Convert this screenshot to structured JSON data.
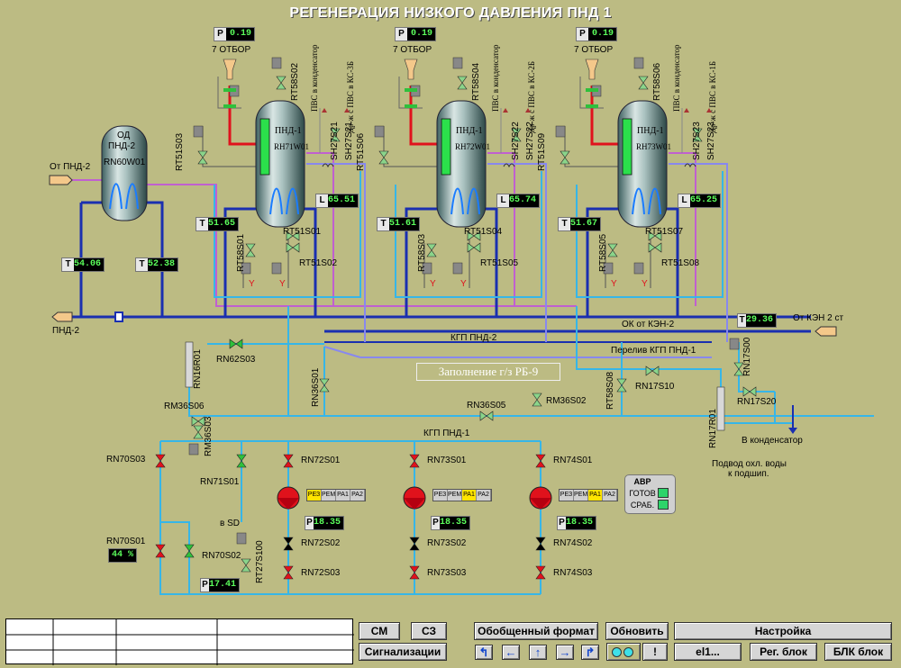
{
  "title": "РЕГЕНЕРАЦИЯ НИЗКОГО ДАВЛЕНИЯ  ПНД 1",
  "heaters": [
    {
      "name": "ПНД-1",
      "code": "RH71W01",
      "p_top": "0.19",
      "extraction": "7 ОТБОР",
      "t": "51.65",
      "l": "65.51",
      "v_rt": "RT51S03",
      "v_rt58": "RT58S02",
      "v_note1": "ПВС в конденсатор",
      "v_note2": "Др-ж с ПВС в КС-3Б",
      "v_sh": "SH27S21",
      "v_bot1": "RT51S01",
      "v_bot2": "RT51S02",
      "v_side": "RT58S01"
    },
    {
      "name": "ПНД-1",
      "code": "RH72W01",
      "p_top": "0.19",
      "extraction": "7 ОТБОР",
      "t": "51.61",
      "l": "65.74",
      "v_rt": "RT51S06",
      "v_rt58": "RT58S04",
      "v_note1": "ПВС в конденсатор",
      "v_note2": "Др-ж с ПВС в КС-2Б",
      "v_sh": "SH27S22",
      "v_bot1": "RT51S04",
      "v_bot2": "RT51S05",
      "v_side": "RT58S03"
    },
    {
      "name": "ПНД-1",
      "code": "RH73W01",
      "p_top": "0.19",
      "extraction": "7 ОТБОР",
      "t": "51.67",
      "l": "65.25",
      "v_rt": "RT51S09",
      "v_rt58": "RT58S06",
      "v_note1": "ПВС в конденсатор",
      "v_note2": "Др-ж с ПВС в КС-1Б",
      "v_sh": "SH27S23",
      "v_bot1": "RT51S07",
      "v_bot2": "RT51S08",
      "v_side": "RT58S05"
    }
  ],
  "od": {
    "name1": "ОД",
    "name2": "ПНД-2",
    "code": "RN60W01",
    "t_left": "54.06",
    "t_right": "52.38",
    "from": "От ПНД-2",
    "to": "ПНД-2"
  },
  "lines": {
    "ok": "ОК от КЭН-2",
    "from_ken": "От КЭН 2 ст",
    "t_ken": "29.36",
    "kgp": "КГП ПНД-2",
    "bypass": "Перелив КГП ПНД-1",
    "kgp1": "КГП ПНД-1",
    "fill": "Заполнение г/з РБ-9",
    "to_cond": "В конденсатор",
    "cool1": "Подвод охл. воды",
    "cool2": "к подшип.",
    "to_sd": "в SD"
  },
  "valves": {
    "rn16": "RN16R01",
    "rn62": "RN62S03",
    "rm36s06": "RM36S06",
    "rm36s03": "RM36S03",
    "rn36s01": "RN36S01",
    "rn36s05": "RN36S05",
    "rm36s02": "RM36S02",
    "rt58s08": "RT58S08",
    "rn17s10": "RN17S10",
    "rn17s00": "RN17S00",
    "rn17s20": "RN17S20",
    "rn17r01": "RN17R01",
    "rn70s03": "RN70S03",
    "rn71s01": "RN71S01",
    "rn70s01": "RN70S01",
    "rn70s02": "RN70S02",
    "rt27": "RT27S100",
    "p_bottom": "17.41",
    "pct": "44 %"
  },
  "pumps": [
    {
      "top": "RN72S01",
      "mid": "RN72S02",
      "bot": "RN72S03",
      "p": "18.35",
      "mode_on": 0
    },
    {
      "top": "RN73S01",
      "mid": "RN73S02",
      "bot": "RN73S03",
      "p": "18.35",
      "mode_on": 2
    },
    {
      "top": "RN74S01",
      "mid": "RN74S02",
      "bot": "RN74S03",
      "p": "18.35",
      "mode_on": 2
    }
  ],
  "modes": [
    "РЕЗ",
    "РЕМ",
    "РА1",
    "РА2"
  ],
  "avr": {
    "title": "АВР",
    "ready": "ГОТОВ",
    "trip": "СРАБ."
  },
  "buttons": {
    "cm": "СМ",
    "c3": "СЗ",
    "alarms": "Сигнализации",
    "general": "Обобщенный формат",
    "refresh": "Обновить",
    "settings": "Настройка",
    "el1": "el1...",
    "reg": "Рег. блок",
    "blk": "БЛК блок",
    "excl": "!"
  },
  "colors": {
    "bg": "#bcbb83",
    "condensate": "#1a2fb0",
    "steam": "#e0121c",
    "drain": "#c060d0",
    "cooling": "#36b6e8",
    "overflow": "#8888ee"
  }
}
